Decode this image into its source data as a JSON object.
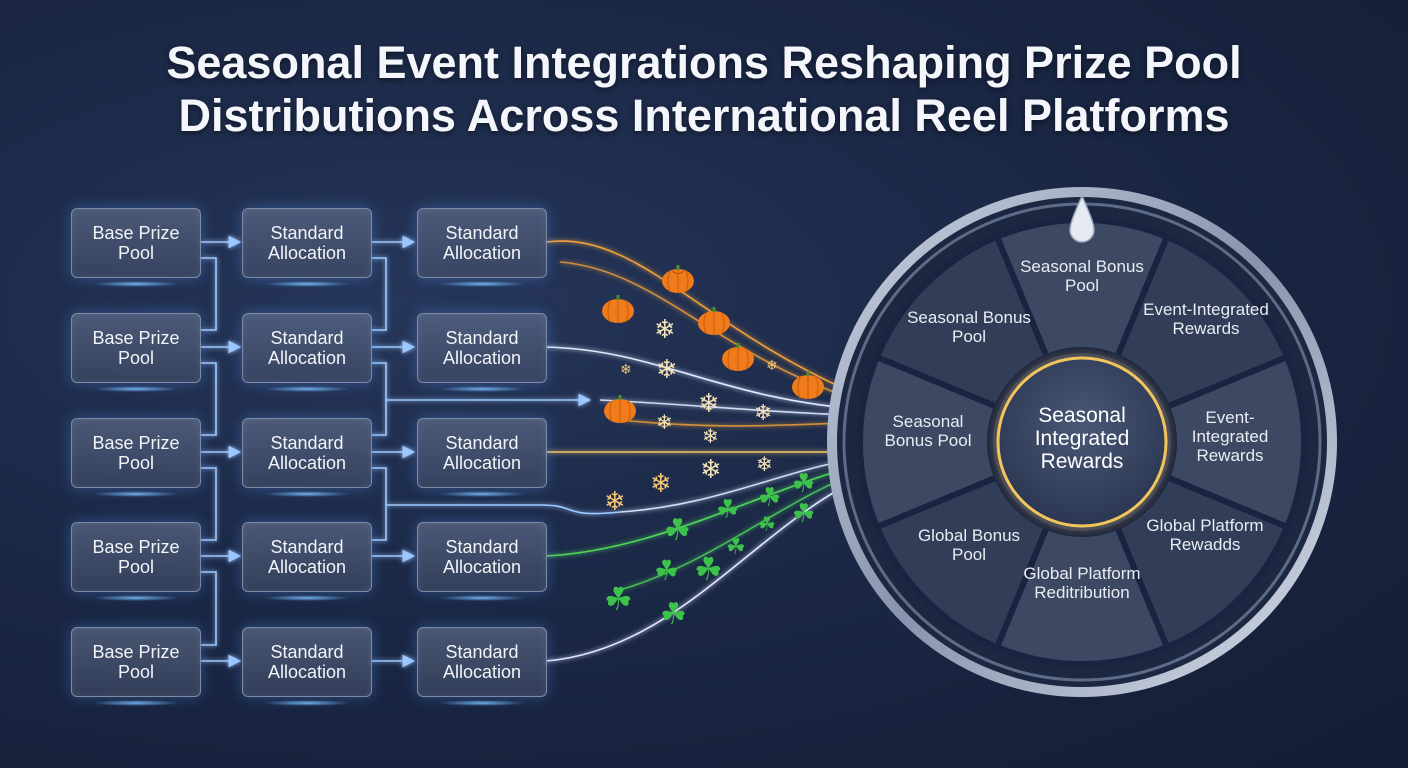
{
  "title": {
    "line1": "Seasonal Event Integrations Reshaping Prize Pool",
    "line2": "Distributions Across International Reel Platforms"
  },
  "columns": {
    "base": [
      "Base Prize Pool",
      "Base Prize Pool",
      "Base Prize Pool",
      "Base Prize Pool",
      "Base Prize Pool"
    ],
    "standard_a": [
      "Standard Allocation",
      "Standard Allocation",
      "Standard Allocation",
      "Standard Allocation",
      "Standard Allocation"
    ],
    "standard_b": [
      "Standard Allocation",
      "Standard Allocation",
      "Standard Allocation",
      "Standard Allocation",
      "Standard Allocation"
    ]
  },
  "wheel": {
    "hub": "Seasonal Integrated Rewards",
    "segments": [
      "Seasonal Bonus Pool",
      "Event-Integrated Rewards",
      "Event-Integrated Rewards",
      "Global Platform Rewadds",
      "Global Platform Reditribution",
      "Global Bonus Pool",
      "Seasonal Bonus Pool",
      "Seasonal Bonus Pool"
    ]
  },
  "icons": {
    "pumpkin": "pumpkin-icon",
    "snowflake": "snowflake-icon",
    "clover": "clover-icon"
  },
  "colors": {
    "background": "#1b2846",
    "box_border": "#7d8aa6",
    "autumn_line": "#f0a13a",
    "winter_line": "#dfe8ff",
    "clover_line": "#4fd65a",
    "hub_glow": "#f5c35a"
  }
}
